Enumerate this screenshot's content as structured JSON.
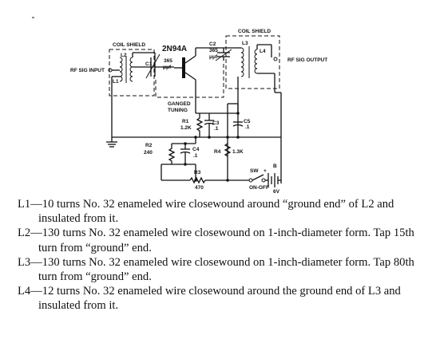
{
  "diagram": {
    "transistor": "2N94A",
    "coil_shield_left": "COIL SHIELD",
    "coil_shield_right": "COIL SHIELD",
    "rf_input": "RF SIG INPUT",
    "rf_output": "RF SIG OUTPUT",
    "ganged_line1": "GANGED",
    "ganged_line2": "TUNING",
    "c1": "C1",
    "c1_value": "365",
    "c1_unit": "μμf",
    "c2": "C2",
    "c2_value": "365",
    "c2_unit": "μμf",
    "l1": "L1",
    "l2": "L2",
    "l3": "L3",
    "l4": "L4",
    "r1": "R1",
    "r1_value": "1.2K",
    "c3": "C3",
    "c3_value": ".1",
    "c5": "C5",
    "c5_value": ".1",
    "r2": "R2",
    "r2_value": "240",
    "c4": "C4",
    "c4_value": ".1",
    "r4": "R4",
    "r4_value": "1.3K",
    "r3": "R3",
    "r3_value": "470",
    "sw": "SW",
    "sw_label": "ON-OFF",
    "battery": "B",
    "battery_value": "6V",
    "plus": "+",
    "minus": "-"
  },
  "notes": [
    "L1—10 turns No. 32 enameled wire closewound around “ground end” of L2 and insulated from it.",
    "L2—130 turns No. 32 enameled wire closewound on 1-inch-diameter form.  Tap 15th turn from “ground” end.",
    "L3—130 turns No. 32 enameled wire closewound on 1-inch-diameter form.  Tap 80th turn from “ground” end.",
    "L4—12 turns No. 32 enameled wire closewound around the ground end of L3 and insulated from it."
  ]
}
